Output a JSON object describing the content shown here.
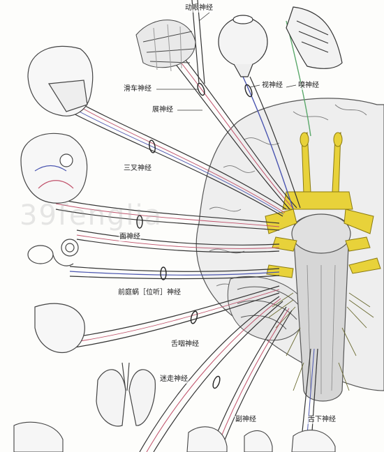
{
  "watermark": "39fenglia",
  "labels": {
    "oculomotor": "动眼神经",
    "trochlear": "滑车神经",
    "abducens": "展神经",
    "optic": "视神经",
    "olfactory": "嗅神经",
    "trigeminal": "三叉神经",
    "facial": "面神经",
    "vestibulocochlear": "前庭蜗［位听］神经",
    "glossopharyngeal": "舌咽神经",
    "vagus": "迷走神经",
    "accessory": "副神经",
    "hypoglossal": "舌下神经"
  },
  "colors": {
    "nerve_root": "#e8d23a",
    "sensory_fiber": "#4a55b0",
    "motor_fiber": "#c0506a",
    "olfactory_fiber": "#5aa86a",
    "brain": "#eeeeee"
  }
}
